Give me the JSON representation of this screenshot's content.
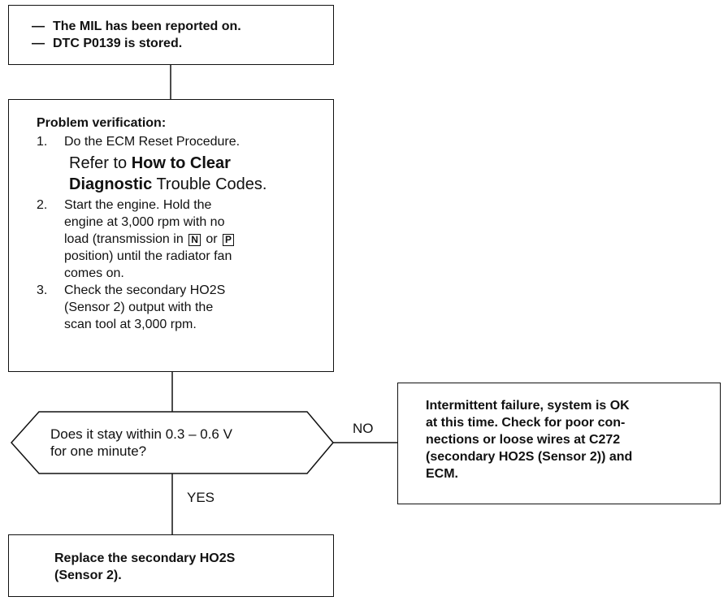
{
  "start": {
    "lines": [
      "The MIL has been reported on.",
      "DTC P0139 is stored."
    ]
  },
  "verify": {
    "heading": "Problem verification:",
    "step1_num": "1.",
    "step1_text": "Do the ECM Reset Procedure.",
    "step1_ref_a": "Refer to",
    "step1_ref_b": "How to Clear",
    "step1_ref_c": "Diagnostic",
    "step1_ref_d": "Trouble Codes.",
    "step2_num": "2.",
    "step2_l1": "Start the engine. Hold the",
    "step2_l2": "engine at 3,000 rpm with no",
    "step2_l3a": "load (transmission in",
    "step2_key_n": "N",
    "step2_or": "or",
    "step2_key_p": "P",
    "step2_l4": "position) until the radiator fan",
    "step2_l5": "comes on.",
    "step3_num": "3.",
    "step3_l1": "Check the secondary HO2S",
    "step3_l2": "(Sensor 2) output with the",
    "step3_l3": "scan tool at 3,000 rpm."
  },
  "decision": {
    "line1": "Does it stay within 0.3 – 0.6 V",
    "line2": "for one minute?",
    "no_label": "NO",
    "yes_label": "YES"
  },
  "no_result": {
    "lines": [
      "Intermittent failure, system is OK",
      "at this time. Check for poor con-",
      "nections or loose wires at C272",
      "(secondary HO2S (Sensor 2)) and",
      "ECM."
    ]
  },
  "yes_result": {
    "lines": [
      "Replace the secondary HO2S",
      "(Sensor 2)."
    ]
  },
  "colors": {
    "ink": "#111111",
    "background": "#ffffff"
  }
}
